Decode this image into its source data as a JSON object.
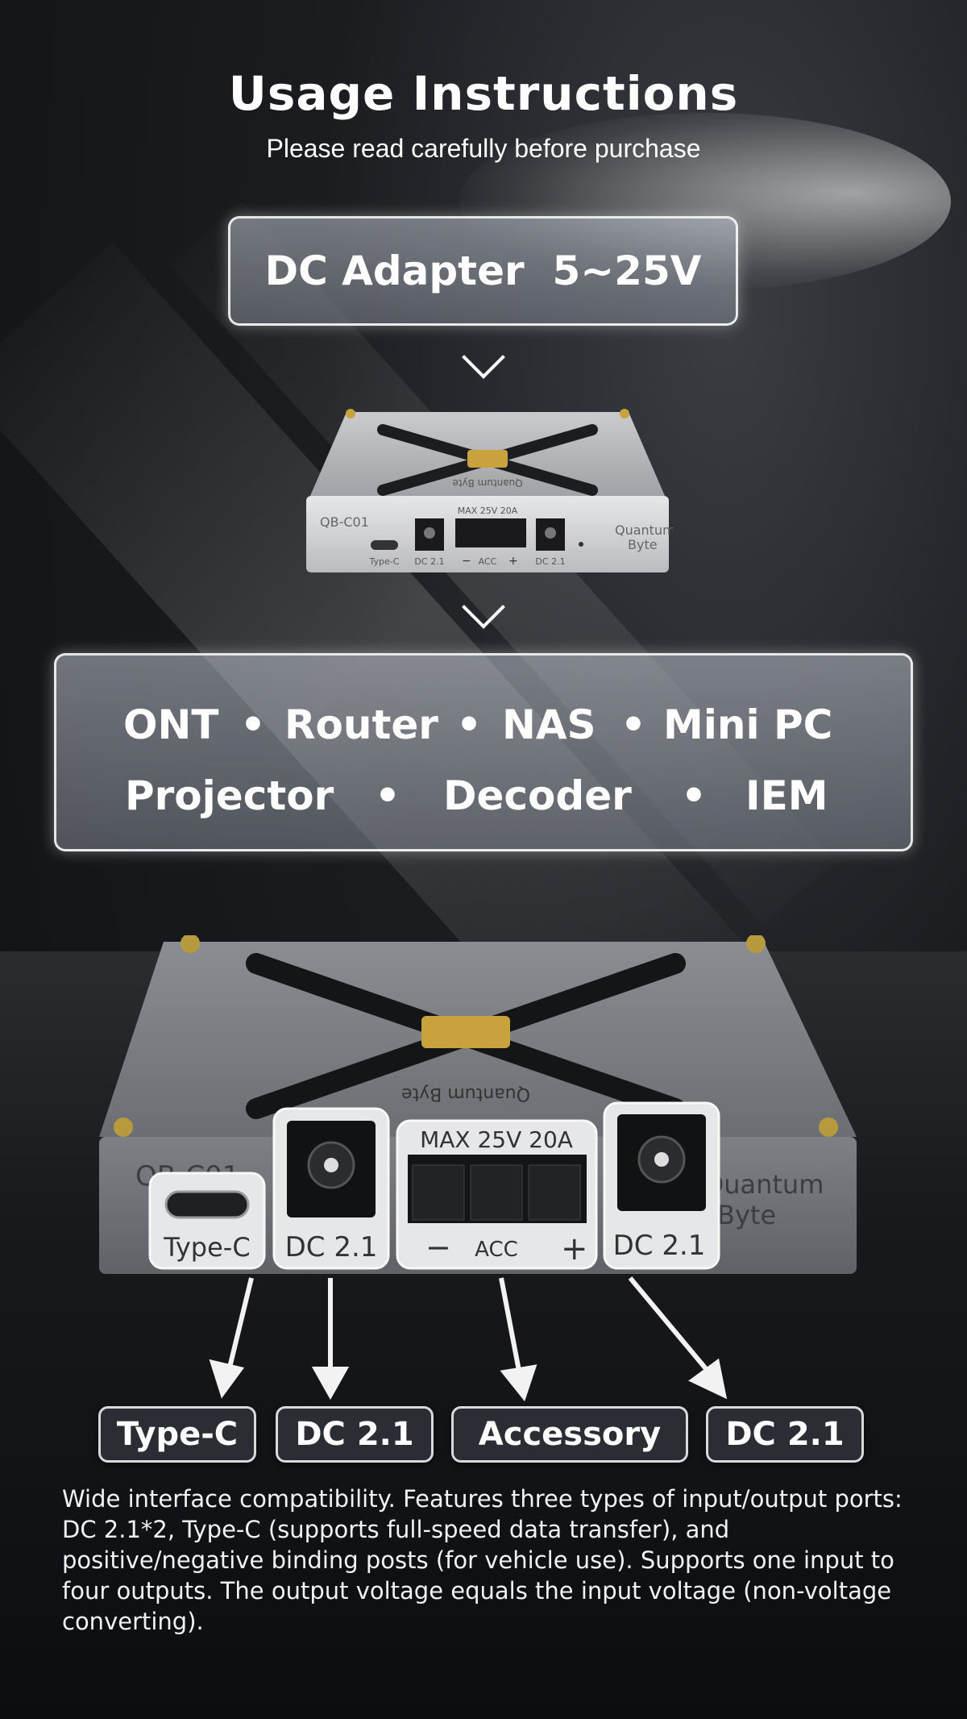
{
  "header": {
    "title": "Usage Instructions",
    "subtitle": "Please read carefully before purchase"
  },
  "adapter": {
    "label": "DC Adapter  5~25V"
  },
  "devices": {
    "row1": [
      "ONT",
      "Router",
      "NAS",
      "Mini PC"
    ],
    "row2": [
      "Projector",
      "Decoder",
      "IEM"
    ],
    "separator": "•"
  },
  "device_small": {
    "model": "QB-C01",
    "brand_line1": "Quantum",
    "brand_line2": "Byte",
    "top_brand": "Quantum Byte",
    "max_label": "MAX 25V 20A",
    "typec": "Type-C",
    "dc_left": "DC 2.1",
    "dc_right": "DC 2.1",
    "minus": "−",
    "acc": "ACC",
    "plus": "+"
  },
  "device_large": {
    "model": "QB-C01",
    "brand_line1": "Quantum",
    "brand_line2": "Byte",
    "top_brand": "Quantum Byte",
    "max_label": "MAX 25V 20A",
    "typec": "Type-C",
    "dc_left": "DC 2.1",
    "dc_right": "DC 2.1",
    "minus": "−",
    "acc": "ACC",
    "plus": "+"
  },
  "port_labels": [
    "Type-C",
    "DC 2.1",
    "Accessory",
    "DC 2.1"
  ],
  "description": "Wide interface compatibility. Features three types of input/output ports: DC 2.1*2, Type-C (supports full-speed data transfer), and positive/negative binding posts (for vehicle use). Supports one input to four outputs. The output voltage equals the input voltage (non-voltage converting)."
}
